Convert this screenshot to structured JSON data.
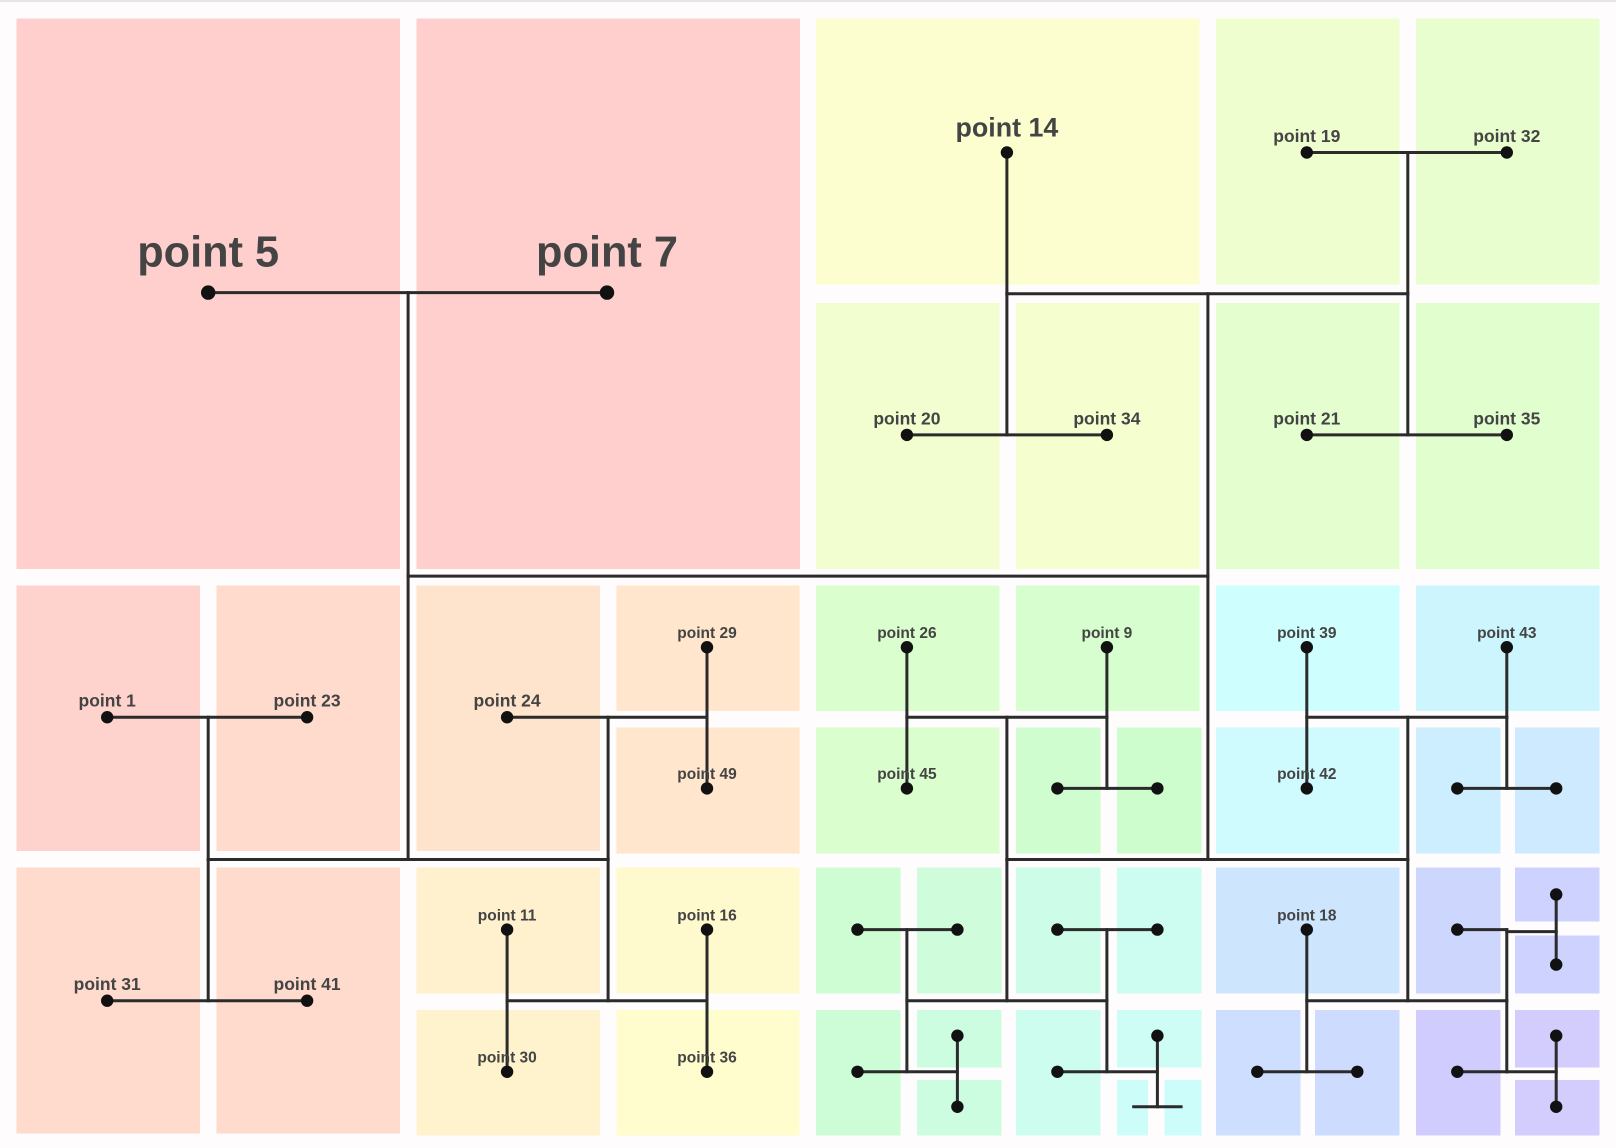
{
  "diagram": {
    "colors": {
      "line": "#2b2b2b",
      "dot": "#111111",
      "label": "#444444"
    },
    "labels": {
      "p5": "point 5",
      "p7": "point 7",
      "p14": "point 14",
      "p19": "point 19",
      "p32": "point 32",
      "p20": "point 20",
      "p34": "point 34",
      "p21": "point 21",
      "p35": "point 35",
      "p1": "point 1",
      "p23": "point 23",
      "p24": "point 24",
      "p29": "point 29",
      "p49": "point 49",
      "p26": "point 26",
      "p9": "point 9",
      "p45": "point 45",
      "p39": "point 39",
      "p43": "point 43",
      "p42": "point 42",
      "p31": "point 31",
      "p41": "point 41",
      "p11": "point 11",
      "p16": "point 16",
      "p30": "point 30",
      "p36": "point 36",
      "p18": "point 18"
    }
  }
}
